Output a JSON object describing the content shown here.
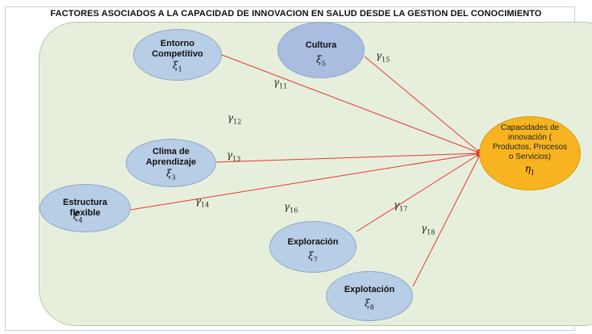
{
  "title": "FACTORES ASOCIADOS A LA CAPACIDAD DE INNOVACION EN SALUD DESDE LA GESTION DEL CONOCIMIENTO",
  "nodes": {
    "entorno": {
      "label": "Entorno Competitivo",
      "symbol": "ξ",
      "sub": "1"
    },
    "cultura": {
      "label": "Cultura",
      "symbol": "ξ",
      "sub": "5"
    },
    "clima": {
      "label": "Clima  de Aprendizaje",
      "symbol": "ξ",
      "sub": "3"
    },
    "estructura": {
      "label": "Estructura flexible",
      "symbol": "ξ",
      "sub": "4"
    },
    "exploracion": {
      "label": "Exploración",
      "symbol": "ξ",
      "sub": "7"
    },
    "explotacion": {
      "label": "Explotación",
      "symbol": "ξ",
      "sub": "8"
    }
  },
  "target": {
    "label": "Capacidades de innovación ( Productos, Procesos o Servicios)",
    "symbol": "η",
    "sub": "1"
  },
  "gammas": [
    {
      "symbol": "γ",
      "sub": "11"
    },
    {
      "symbol": "γ",
      "sub": "12"
    },
    {
      "symbol": "γ",
      "sub": "13"
    },
    {
      "symbol": "γ",
      "sub": "14"
    },
    {
      "symbol": "γ",
      "sub": "15"
    },
    {
      "symbol": "γ",
      "sub": "16"
    },
    {
      "symbol": "γ",
      "sub": "17"
    },
    {
      "symbol": "γ",
      "sub": "18"
    }
  ],
  "colors": {
    "panel": "#e6efdb",
    "node": "#b8cde6",
    "cultura_node": "#a9bde0",
    "target": "#f7b420",
    "arrow": "#e53935"
  }
}
